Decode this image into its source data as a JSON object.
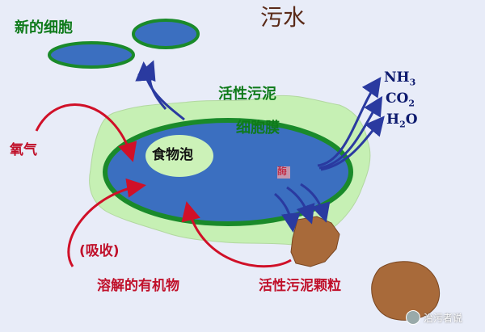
{
  "title": "污水",
  "labels": {
    "new_cells": "新的细胞",
    "activated_sludge": "活性污泥",
    "cell_membrane": "细胞膜",
    "food_vacuole": "食物泡",
    "oxygen": "氧气",
    "absorption": "(吸收)",
    "dissolved_organics": "溶解的有机物",
    "sludge_particle": "活性污泥颗粒",
    "enzyme": "酶"
  },
  "products": {
    "nh3": {
      "base": "NH",
      "sub": "3"
    },
    "co2": {
      "base": "CO",
      "sub": "2"
    },
    "h2o": {
      "base": "H",
      "sub": "2",
      "tail": "O"
    }
  },
  "watermark": "治污者说",
  "colors": {
    "background": "#e8ecf8",
    "sludge": "#c6f0b4",
    "cell_fill": "#3b6fc0",
    "membrane": "#1a8a2a",
    "vacuole": "#ccf2b8",
    "particle": "#a86a3a",
    "blue_arrow": "#2a3aa0",
    "red_arrow": "#d01028"
  }
}
